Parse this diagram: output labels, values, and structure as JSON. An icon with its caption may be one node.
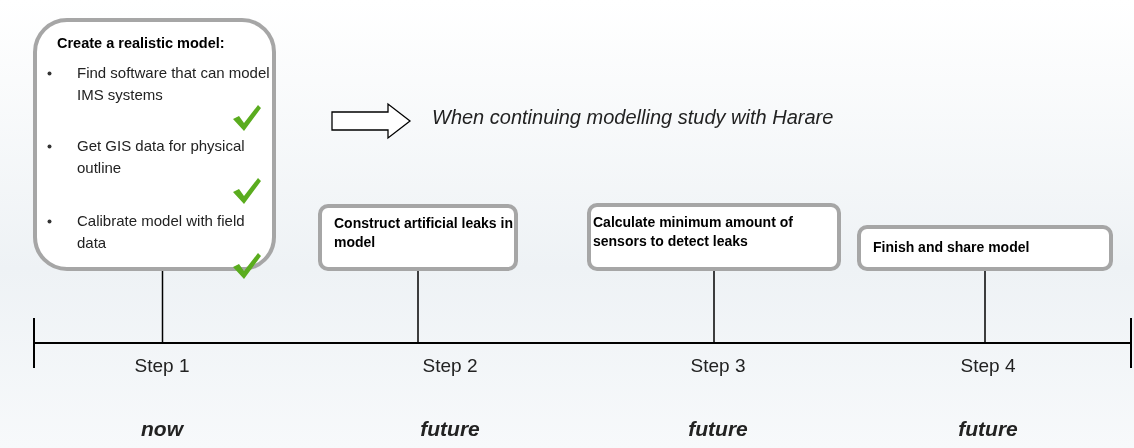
{
  "diagram": {
    "nodes": [
      {
        "text": [
          "Create a realistic model:",
          "Find software that can model IMS systems",
          "Get GIS data for physical outline",
          "Calibrate model with field data"
        ]
      },
      {
        "text": [
          "Construct artificial leaks in model"
        ]
      },
      {
        "text": [
          "Calculate minimum amount of sensors to detect leaks"
        ]
      },
      {
        "text": [
          "Finish and share model"
        ]
      },
      {
        "text": [
          "When continuing modelling study with Harare"
        ]
      }
    ],
    "edges": [
      {
        "from": 0,
        "to": null,
        "arrow": "none"
      },
      {
        "from": 1,
        "to": null,
        "arrow": "none"
      },
      {
        "from": 2,
        "to": null,
        "arrow": "none"
      },
      {
        "from": 3,
        "to": null,
        "arrow": "none"
      },
      {
        "from": null,
        "to": 4,
        "arrow": "to"
      }
    ],
    "labels": [
      "Step 1",
      "Step 2",
      "Step 3",
      "Step 4",
      "now",
      "future",
      "future",
      "future"
    ]
  }
}
